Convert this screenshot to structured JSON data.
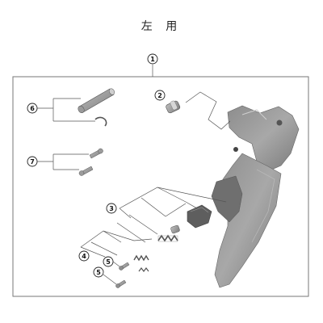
{
  "title": "左 用",
  "callouts": {
    "c1": "1",
    "c2": "2",
    "c3": "3",
    "c4": "4",
    "c5a": "5",
    "c5b": "5",
    "c6": "6",
    "c7": "7"
  }
}
